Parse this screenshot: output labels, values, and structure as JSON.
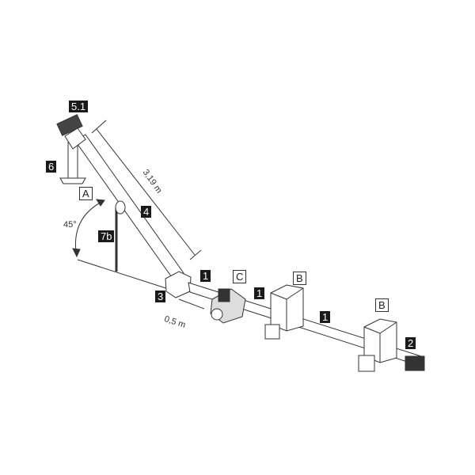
{
  "labels": {
    "part_5_1": "5.1",
    "part_6": "6",
    "part_a": "A",
    "angle": "45°",
    "part_7b": "7b",
    "part_4": "4",
    "length_long": "3,19 m",
    "part_1a": "1",
    "part_c": "C",
    "part_3": "3",
    "length_short": "0,5 m",
    "part_1b": "1",
    "part_b1": "B",
    "part_1c": "1",
    "part_b2": "B",
    "part_2": "2"
  },
  "colors": {
    "label_bg": "#1a1a1a",
    "line": "#333333"
  }
}
